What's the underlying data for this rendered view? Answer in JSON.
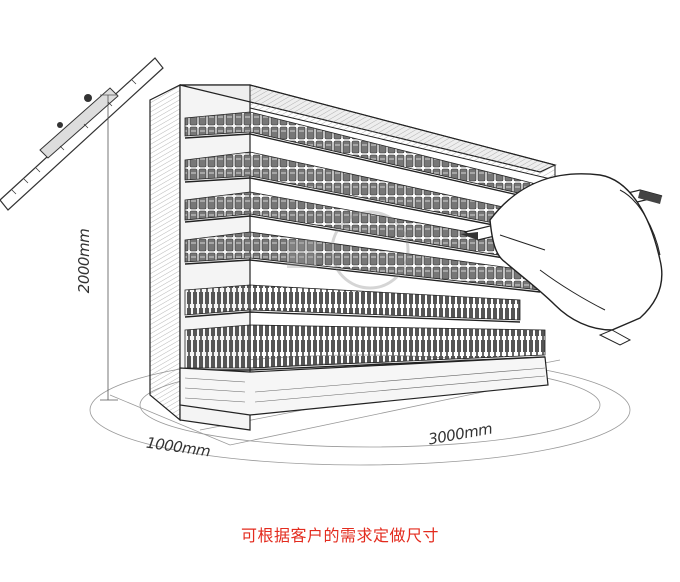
{
  "image": {
    "subject": "pencil sketch of open refrigerated supermarket display cabinet",
    "dimensions": {
      "height": "2000mm",
      "depth": "1000mm",
      "width": "3000mm"
    },
    "caption": "可根据客户的需求定做尺寸",
    "colors": {
      "caption": "#e32b1e",
      "line": "#2a2a2a",
      "background": "#ffffff"
    }
  }
}
